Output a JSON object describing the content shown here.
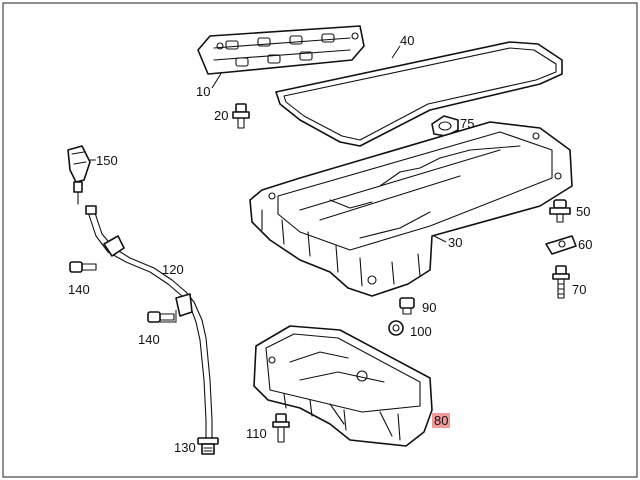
{
  "diagram": {
    "highlight_color": "#f19a9a",
    "callouts": {
      "c10": "10",
      "c20": "20",
      "c30": "30",
      "c40": "40",
      "c50": "50",
      "c60": "60",
      "c70": "70",
      "c75": "75",
      "c80": "80",
      "c90": "90",
      "c100": "100",
      "c110": "110",
      "c120": "120",
      "c130": "130",
      "c140a": "140",
      "c140b": "140",
      "c150": "150"
    },
    "highlighted_callout": "80"
  }
}
